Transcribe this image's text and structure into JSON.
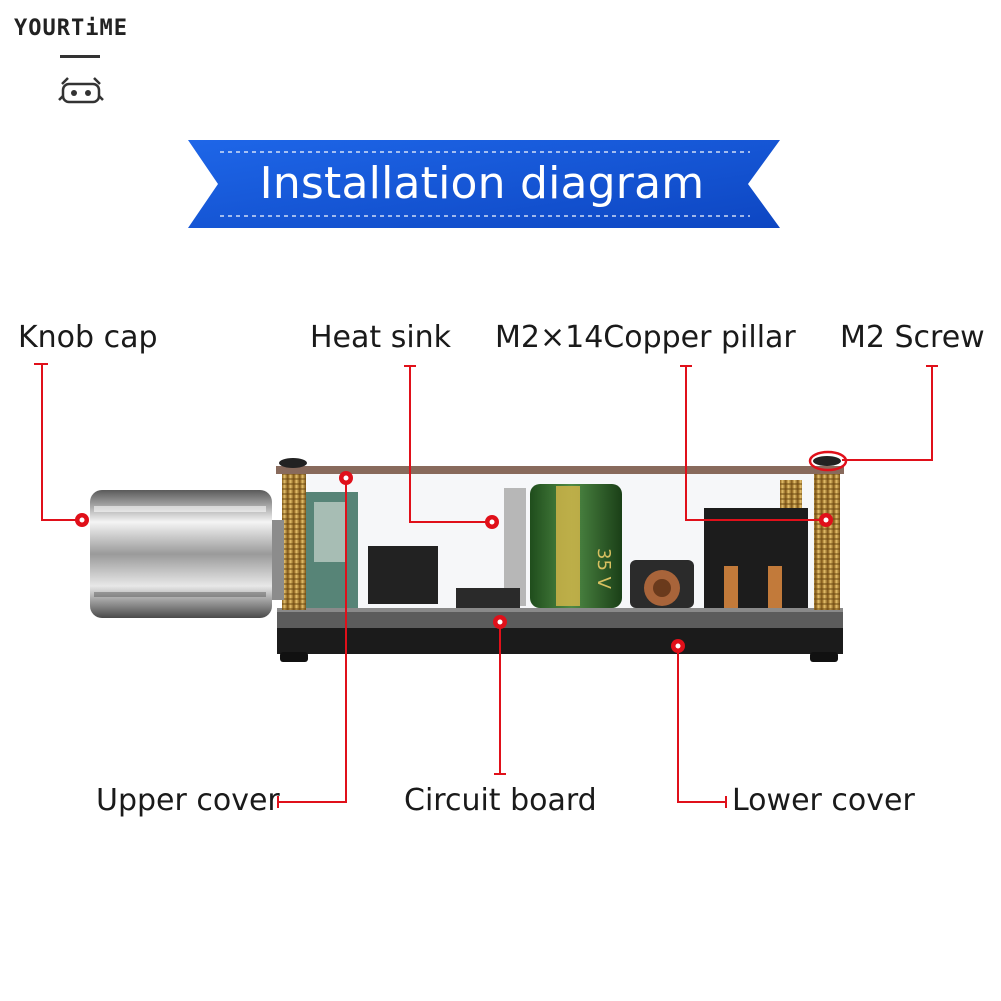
{
  "brand": {
    "name": "YOURTiME",
    "icon": "crab-robot-icon"
  },
  "banner": {
    "title": "Installation diagram",
    "color": "#1254d6"
  },
  "callouts": {
    "knob_cap": "Knob cap",
    "heat_sink": "Heat sink",
    "copper_pillar": "M2×14Copper pillar",
    "screw": "M2 Screw",
    "upper_cover": "Upper cover",
    "circuit_board": "Circuit board",
    "lower_cover": "Lower cover"
  },
  "colors": {
    "leader": "#e0101a",
    "banner": "#1254d6",
    "brass": "#c99a3a",
    "capacitor": "#2f6b2a"
  },
  "product": {
    "capacitor_marking": "35 V"
  }
}
